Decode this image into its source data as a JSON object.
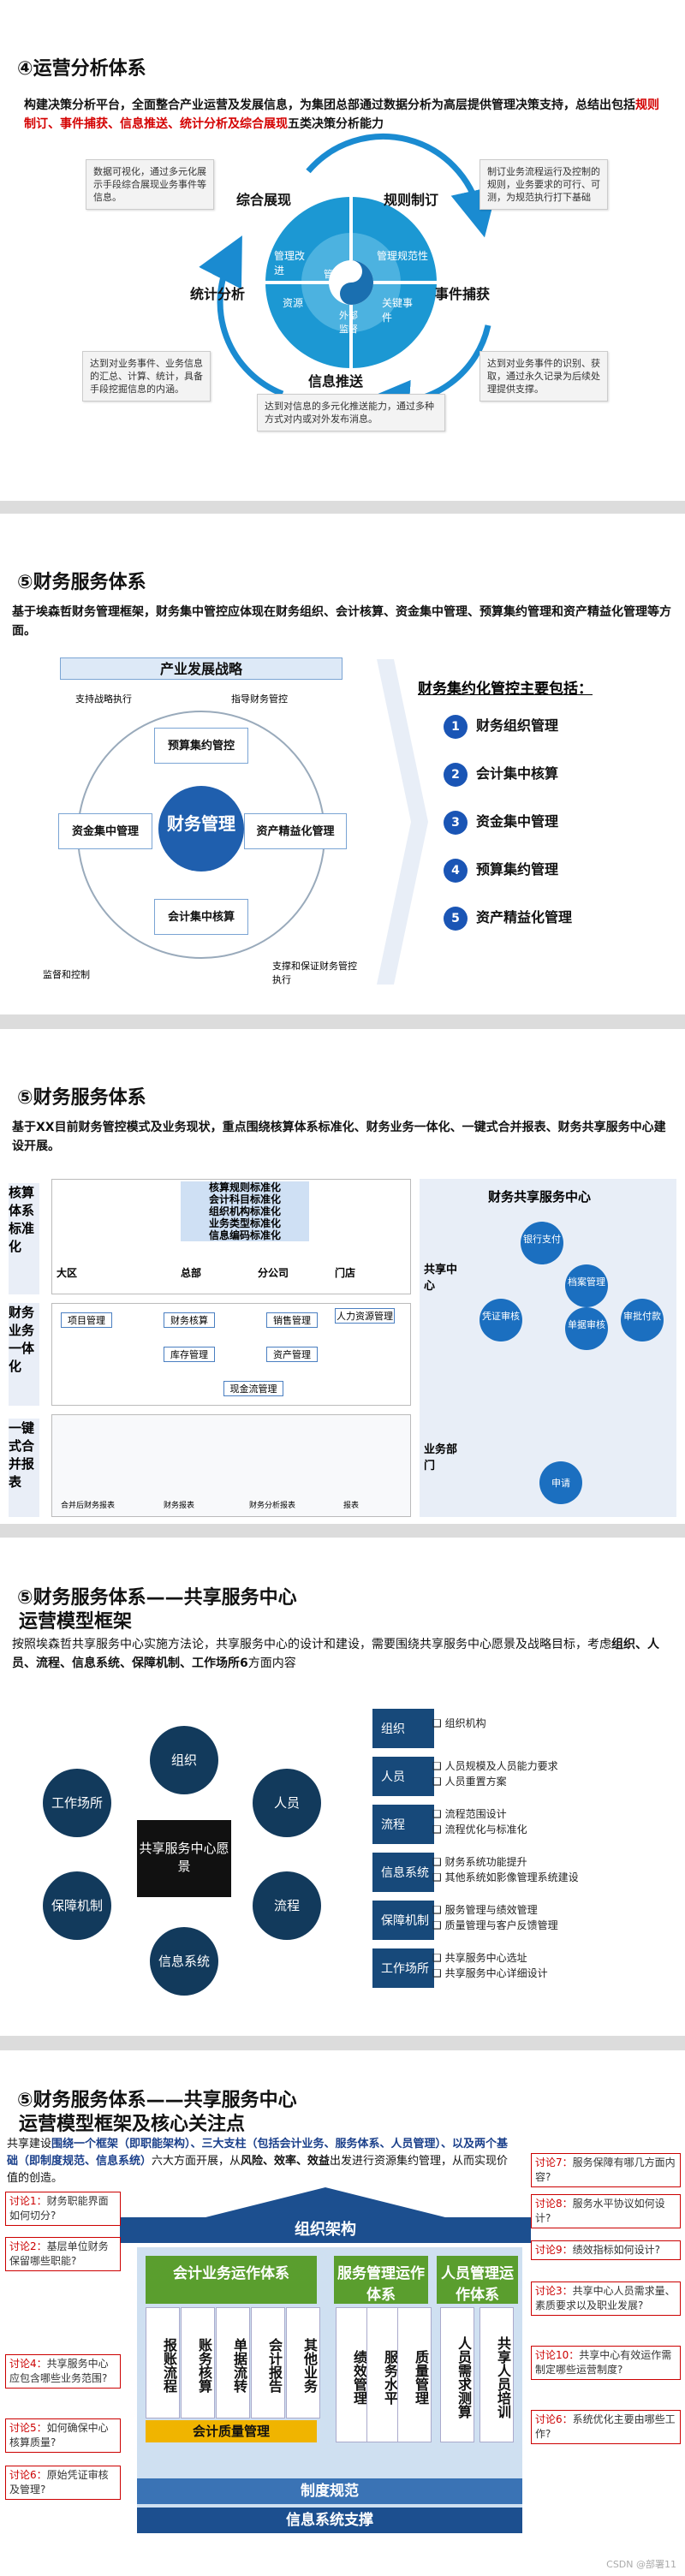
{
  "slide1": {
    "title": "④运营分析体系",
    "intro_plain": "构建决策分析平台，全面整合产业运营及发展信息，为集团总部通过数据分析为高层提供管理决策支持，总结出包括",
    "intro_highlight": "规则制订、事件捕获、信息推送、统计分析及综合展现",
    "intro_end": "五类决策分析能力",
    "labels": [
      "综合展现",
      "规则制订",
      "事件捕获",
      "信息推送",
      "统计分析"
    ],
    "inner": [
      "管理改进",
      "管理规范性",
      "关键事件",
      "资源",
      "外部监督",
      "管理"
    ],
    "notes": [
      "数据可视化，通过多元化展示手段综合展现业务事件等信息。",
      "制订业务流程运行及控制的规则，业务要求的可行、可测，为规范执行打下基础",
      "达到对业务事件的识别、获取，通过永久记录为后续处理提供支撑。",
      "达到对业务事件、业务信息的汇总、计算、统计，具备手段挖掘信息的内涵。",
      "达到对信息的多元化推送能力，通过多种方式对内或对外发布消息。"
    ]
  },
  "slide2": {
    "title": "⑤财务服务体系",
    "intro": "基于埃森哲财务管理框架，财务集中管控应体现在财务组织、会计核算、资金集中管理、预算集约管理和资产精益化管理等方面。",
    "strategy": "产业发展战略",
    "support_exec": "支持战略执行",
    "guide": "指导财务管控",
    "center": "财务管理",
    "budget": "预算集约管控",
    "fund": "资金集中管理",
    "asset": "资产精益化管理",
    "accounting": "会计集中核算",
    "monitor": "监督和控制",
    "support": "支撑和保证财务管控执行",
    "list_title": "财务集约化管控主要包括：",
    "items": [
      "财务组织管理",
      "会计集中核算",
      "资金集中管理",
      "预算集约管理",
      "资产精益化管理"
    ]
  },
  "slide3": {
    "title": "⑤财务服务体系",
    "intro": "基于XX目前财务管控模式及业务现状，重点围绕核算体系标准化、财务业务一体化、一键式合并报表、财务共享服务中心建设开展。",
    "left_labels": [
      "核算体系标准化",
      "财务业务一体化",
      "一键式合并报表"
    ],
    "std_rows": [
      "核算规则标准化",
      "会计科目标准化",
      "组织机构标准化",
      "业务类型标准化",
      "信息编码标准化"
    ],
    "std_cols": [
      "大区",
      "总部",
      "分公司",
      "门店"
    ],
    "flow_boxes": [
      "项目管理",
      "财务核算",
      "库存管理",
      "销售管理",
      "人力资源管理",
      "资产管理",
      "现金流管理"
    ],
    "report_caps": [
      "合并后财务报表",
      "财务报表",
      "财务分析报表",
      "报表"
    ],
    "ssc_title": "财务共享服务中心",
    "ssc_left_top": "共享中心",
    "ssc_left_bottom": "业务部门",
    "ssc_nodes": [
      "银行支付",
      "档案管理",
      "凭证审核",
      "单据审核",
      "审批付款",
      "申请"
    ]
  },
  "slide4": {
    "title1": "⑤财务服务体系——共享服务中心",
    "title2": "运营模型框架",
    "intro_plain": "按照埃森哲共享服务中心实施方法论，共享服务中心的设计和建设，需要围绕共享服务中心愿景及战略目标，考虑",
    "intro_bold": "组织、人员、流程、信息系统、保障机制、工作场所6",
    "intro_end": "方面内容",
    "center": "共享服务中心愿景",
    "nodes": [
      "组织",
      "人员",
      "流程",
      "信息系统",
      "保障机制",
      "工作场所"
    ],
    "rows": [
      {
        "label": "组织",
        "items": [
          "组织机构"
        ]
      },
      {
        "label": "人员",
        "items": [
          "人员规模及人员能力要求",
          "人员重置方案"
        ]
      },
      {
        "label": "流程",
        "items": [
          "流程范围设计",
          "流程优化与标准化"
        ]
      },
      {
        "label": "信息系统",
        "items": [
          "财务系统功能提升",
          "其他系统如影像管理系统建设"
        ]
      },
      {
        "label": "保障机制",
        "items": [
          "服务管理与绩效管理",
          "质量管理与客户反馈管理"
        ]
      },
      {
        "label": "工作场所",
        "items": [
          "共享服务中心选址",
          "共享服务中心详细设计"
        ]
      }
    ]
  },
  "slide5": {
    "title1": "⑤财务服务体系——共享服务中心",
    "title2": "运营模型框架及核心关注点",
    "intro_a": "共享建设",
    "intro_b": "围绕一个框架（即职能架构）、三大支柱（包括会计业务、服务体系、人员管理）、以及两个基础（即制度规范、信息系统）",
    "intro_c": "六大方面开展，从",
    "intro_d": "风险、效率、效益",
    "intro_e": "出发进行资源集约管理，从而实现价值的创造。",
    "roof": "组织架构",
    "pillars": [
      "会计业务运作体系",
      "服务管理运作体系",
      "人员管理运作体系"
    ],
    "cols_acc": [
      "报账流程",
      "账务核算",
      "单据流转",
      "会计报告",
      "其他业务"
    ],
    "cols_srv": [
      "绩效管理",
      "服务水平",
      "质量管理"
    ],
    "cols_hr": [
      "人员需求测算",
      "共享人员培训"
    ],
    "acc_quality": "会计质量管理",
    "base1": "制度规范",
    "base2": "信息系统支撑",
    "left_disc": [
      {
        "tag": "讨论1：",
        "text": "财务职能界面如何切分?"
      },
      {
        "tag": "讨论2：",
        "text": "基层单位财务保留哪些职能?"
      },
      {
        "tag": "讨论4：",
        "text": "共享服务中心应包含哪些业务范围?"
      },
      {
        "tag": "讨论5：",
        "text": "如何确保中心核算质量?"
      },
      {
        "tag": "讨论6：",
        "text": "原始凭证审核及管理?"
      }
    ],
    "right_disc": [
      {
        "tag": "讨论7：",
        "text": "服务保障有哪几方面内容?"
      },
      {
        "tag": "讨论8：",
        "text": "服务水平协议如何设计?"
      },
      {
        "tag": "讨论9：",
        "text": "绩效指标如何设计?"
      },
      {
        "tag": "讨论3：",
        "text": "共享中心人员需求量、素质要求以及职业发展?"
      },
      {
        "tag": "讨论10：",
        "text": "共享中心有效运作需制定哪些运营制度?"
      },
      {
        "tag": "讨论6：",
        "text": "系统优化主要由哪些工作?"
      }
    ],
    "watermark": "CSDN @部署11"
  }
}
